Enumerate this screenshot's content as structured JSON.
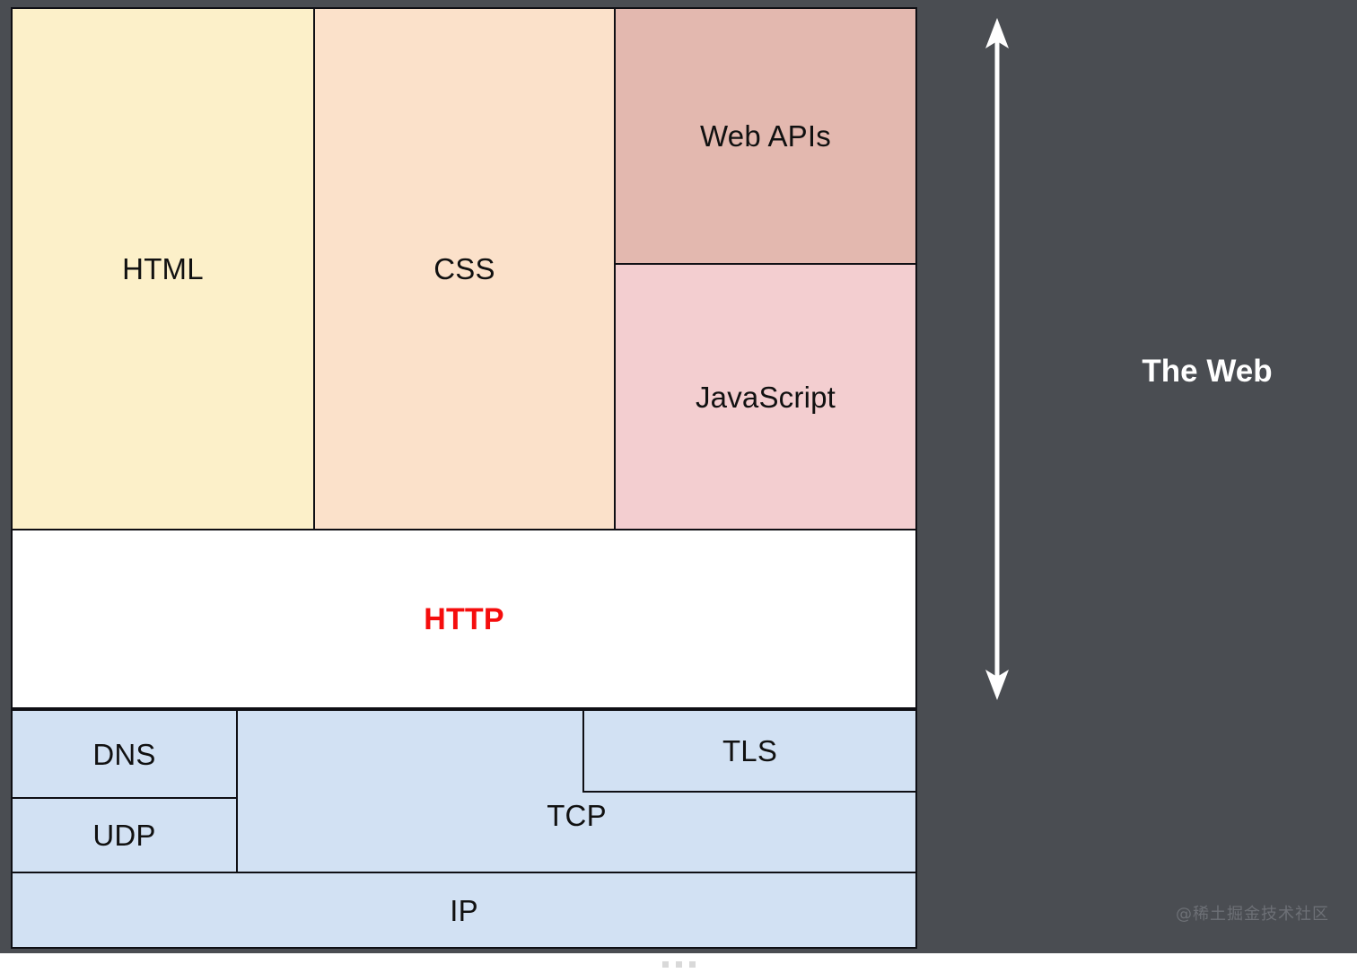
{
  "diagram": {
    "title_region": "web technology stack",
    "layers": {
      "application": [
        {
          "id": "html",
          "label": "HTML",
          "color": "#fcf0c9"
        },
        {
          "id": "css",
          "label": "CSS",
          "color": "#fbe1ca"
        },
        {
          "id": "web-apis",
          "label": "Web APIs",
          "color": "#e3b8af"
        },
        {
          "id": "javascript",
          "label": "JavaScript",
          "color": "#f3ced0"
        }
      ],
      "protocol": [
        {
          "id": "http",
          "label": "HTTP",
          "color": "#ffffff",
          "text_color": "#f50d0d",
          "bold": true
        }
      ],
      "network": [
        {
          "id": "dns",
          "label": "DNS",
          "color": "#d2e1f3"
        },
        {
          "id": "udp",
          "label": "UDP",
          "color": "#d2e1f3"
        },
        {
          "id": "tcp",
          "label": "TCP",
          "color": "#d2e1f3"
        },
        {
          "id": "tls",
          "label": "TLS",
          "color": "#d2e1f3"
        },
        {
          "id": "ip",
          "label": "IP",
          "color": "#d2e1f3"
        }
      ]
    }
  },
  "annotation": {
    "scope_label": "The Web",
    "arrow": "double-headed-vertical-arrow"
  },
  "watermark": {
    "text": "@稀土掘金技术社区"
  },
  "page_indicator": {
    "dots": 3
  },
  "colors": {
    "background": "#4a4d52",
    "border": "#0f0f14",
    "http_accent": "#f50d0d",
    "label_white": "#ffffff"
  }
}
